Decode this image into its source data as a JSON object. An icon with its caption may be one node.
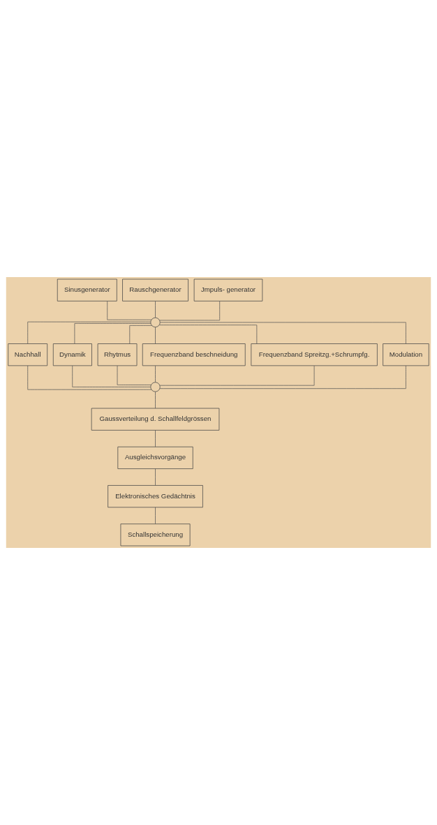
{
  "diagram": {
    "nodes": [
      {
        "text": [
          "Sinusgenerator"
        ]
      },
      {
        "text": [
          "Rauschgenerator"
        ]
      },
      {
        "text": [
          "Jmpuls- generator"
        ]
      },
      {
        "text": [],
        "shape": "circle"
      },
      {
        "text": [
          "Nachhall"
        ]
      },
      {
        "text": [
          "Dynamik"
        ]
      },
      {
        "text": [
          "Rhytmus"
        ]
      },
      {
        "text": [
          "Frequenzband beschneidung"
        ]
      },
      {
        "text": [
          "Frequenzband Spreitzg.+Schrumpfg."
        ]
      },
      {
        "text": [
          "Modulation"
        ]
      },
      {
        "text": [],
        "shape": "circle"
      },
      {
        "text": [
          "Gaussverteilung d. Schallfeldgrössen"
        ]
      },
      {
        "text": [
          "Ausgleichsvorgänge"
        ]
      },
      {
        "text": [
          "Elektronisches Gedächtnis"
        ]
      },
      {
        "text": [
          "Schallspeicherung"
        ]
      }
    ],
    "edges": [
      {
        "from": 0,
        "to": 3,
        "arrow": "none"
      },
      {
        "from": 1,
        "to": 3,
        "arrow": "none"
      },
      {
        "from": 2,
        "to": 3,
        "arrow": "none"
      },
      {
        "from": 3,
        "to": 4,
        "arrow": "none"
      },
      {
        "from": 3,
        "to": 5,
        "arrow": "none"
      },
      {
        "from": 3,
        "to": 6,
        "arrow": "none"
      },
      {
        "from": 3,
        "to": 7,
        "arrow": "none"
      },
      {
        "from": 3,
        "to": 8,
        "arrow": "none"
      },
      {
        "from": 3,
        "to": 9,
        "arrow": "none"
      },
      {
        "from": 4,
        "to": 10,
        "arrow": "none"
      },
      {
        "from": 5,
        "to": 10,
        "arrow": "none"
      },
      {
        "from": 6,
        "to": 10,
        "arrow": "none"
      },
      {
        "from": 7,
        "to": 10,
        "arrow": "none"
      },
      {
        "from": 8,
        "to": 10,
        "arrow": "none"
      },
      {
        "from": 9,
        "to": 10,
        "arrow": "none"
      },
      {
        "from": 10,
        "to": 11,
        "arrow": "none"
      },
      {
        "from": 11,
        "to": 12,
        "arrow": "none"
      },
      {
        "from": 12,
        "to": 13,
        "arrow": "none"
      },
      {
        "from": 13,
        "to": 14,
        "arrow": "none"
      }
    ]
  }
}
